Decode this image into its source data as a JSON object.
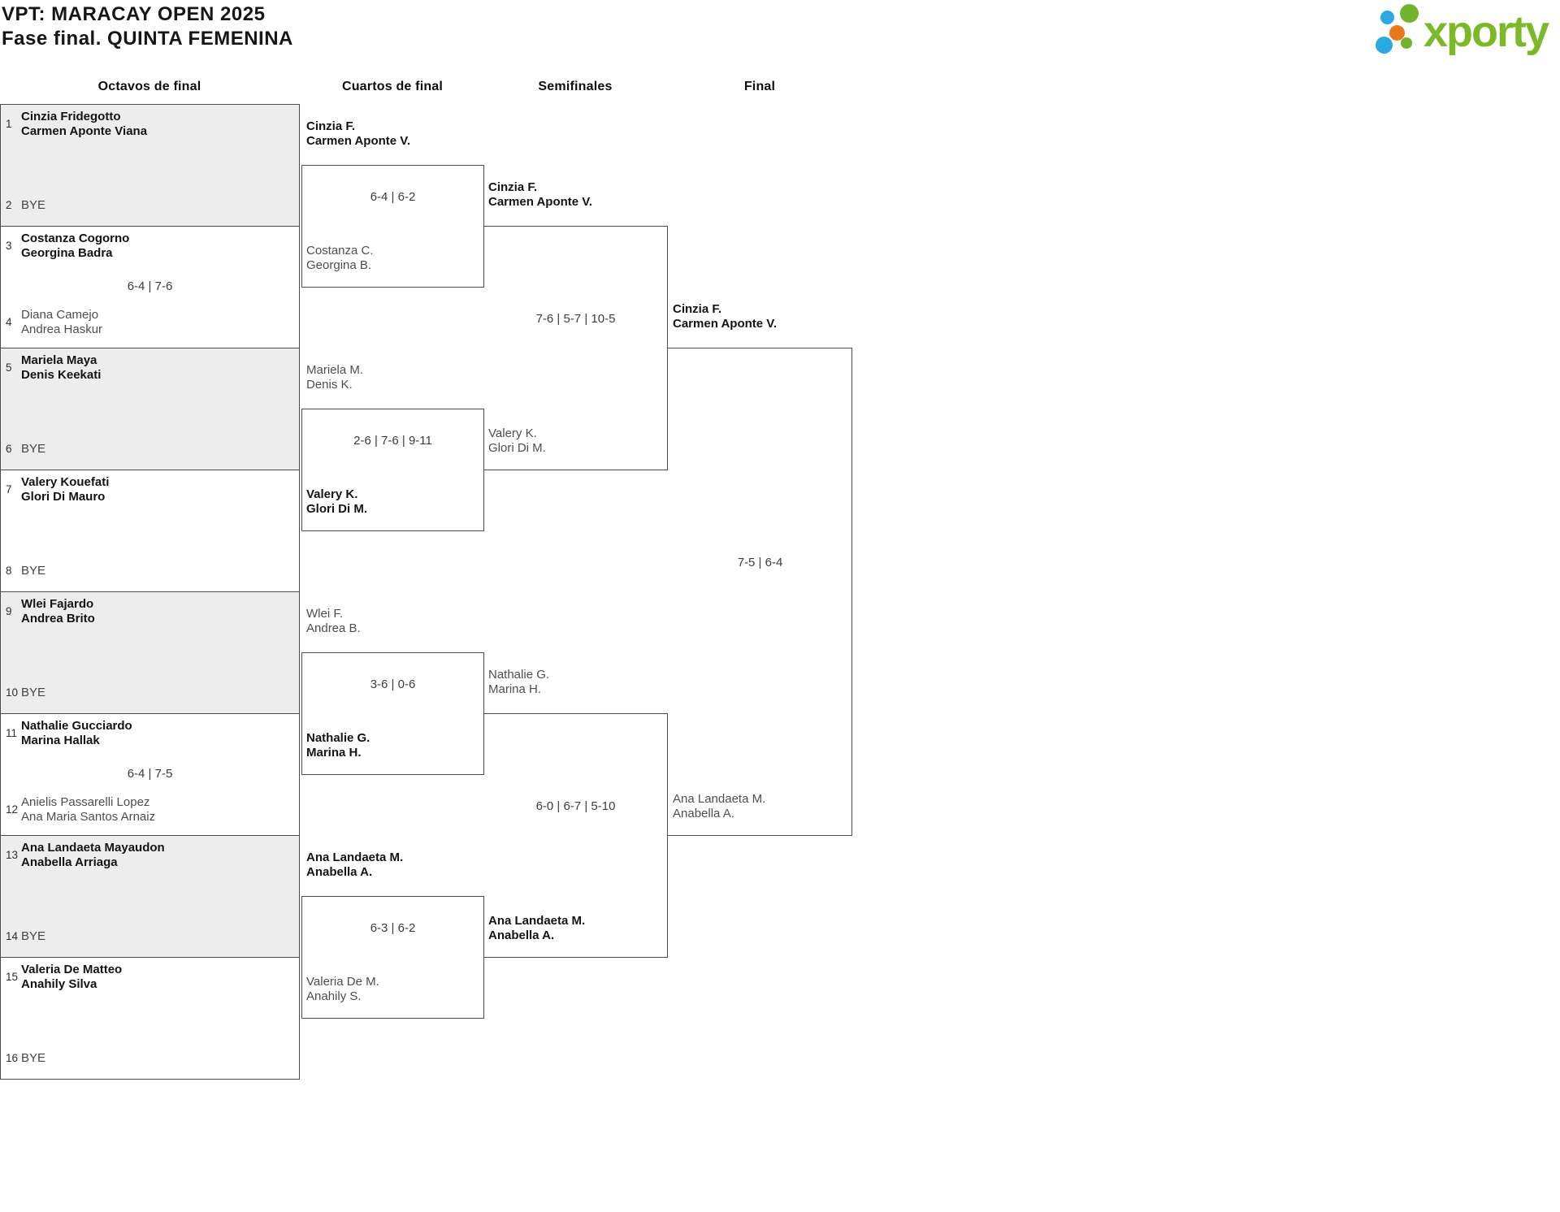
{
  "tournament": {
    "title": "VPT: MARACAY OPEN 2025",
    "subtitle": "Fase final. QUINTA FEMENINA"
  },
  "logo": {
    "brand": "xporty",
    "colors": {
      "green": "#72b52c",
      "blue": "#2ca9e1",
      "orange": "#e8781c",
      "brand_text": "#7cb929"
    }
  },
  "round_labels": [
    "Octavos de final",
    "Cuartos de final",
    "Semifinales",
    "Final"
  ],
  "rounds": [
    {
      "name": "octavos",
      "matches": [
        {
          "score": "",
          "teams": [
            {
              "seed": "1",
              "lines": [
                "Cinzia Fridegotto",
                "Carmen Aponte Viana"
              ],
              "winner": true,
              "bye": false
            },
            {
              "seed": "2",
              "lines": [
                "BYE"
              ],
              "winner": false,
              "bye": true
            }
          ]
        },
        {
          "score": "6-4 | 7-6",
          "teams": [
            {
              "seed": "3",
              "lines": [
                "Costanza Cogorno",
                "Georgina Badra"
              ],
              "winner": true,
              "bye": false
            },
            {
              "seed": "4",
              "lines": [
                "Diana Camejo",
                "Andrea Haskur"
              ],
              "winner": false,
              "bye": false
            }
          ]
        },
        {
          "score": "",
          "teams": [
            {
              "seed": "5",
              "lines": [
                "Mariela Maya",
                "Denis Keekati"
              ],
              "winner": true,
              "bye": false
            },
            {
              "seed": "6",
              "lines": [
                "BYE"
              ],
              "winner": false,
              "bye": true
            }
          ]
        },
        {
          "score": "",
          "teams": [
            {
              "seed": "7",
              "lines": [
                "Valery Kouefati",
                "Glori Di Mauro"
              ],
              "winner": true,
              "bye": false
            },
            {
              "seed": "8",
              "lines": [
                "BYE"
              ],
              "winner": false,
              "bye": true
            }
          ]
        },
        {
          "score": "",
          "teams": [
            {
              "seed": "9",
              "lines": [
                "Wlei Fajardo",
                "Andrea Brito"
              ],
              "winner": true,
              "bye": false
            },
            {
              "seed": "10",
              "lines": [
                "BYE"
              ],
              "winner": false,
              "bye": true
            }
          ]
        },
        {
          "score": "6-4 | 7-5",
          "teams": [
            {
              "seed": "11",
              "lines": [
                "Nathalie Gucciardo",
                "Marina Hallak"
              ],
              "winner": true,
              "bye": false
            },
            {
              "seed": "12",
              "lines": [
                "Anielis Passarelli Lopez",
                "Ana Maria Santos Arnaiz"
              ],
              "winner": false,
              "bye": false
            }
          ]
        },
        {
          "score": "",
          "teams": [
            {
              "seed": "13",
              "lines": [
                "Ana Landaeta Mayaudon",
                "Anabella Arriaga"
              ],
              "winner": true,
              "bye": false
            },
            {
              "seed": "14",
              "lines": [
                "BYE"
              ],
              "winner": false,
              "bye": true
            }
          ]
        },
        {
          "score": "",
          "teams": [
            {
              "seed": "15",
              "lines": [
                "Valeria De Matteo",
                "Anahily Silva"
              ],
              "winner": true,
              "bye": false
            },
            {
              "seed": "16",
              "lines": [
                "BYE"
              ],
              "winner": false,
              "bye": true
            }
          ]
        }
      ]
    },
    {
      "name": "cuartos",
      "matches": [
        {
          "score": "6-4 | 6-2",
          "teams": [
            {
              "lines": [
                "Cinzia F.",
                "Carmen Aponte V."
              ],
              "winner": true,
              "bye": false
            },
            {
              "lines": [
                "Costanza C.",
                "Georgina B."
              ],
              "winner": false,
              "bye": false
            }
          ]
        },
        {
          "score": "2-6 | 7-6 | 9-11",
          "teams": [
            {
              "lines": [
                "Mariela M.",
                "Denis K."
              ],
              "winner": false,
              "bye": false
            },
            {
              "lines": [
                "Valery K.",
                "Glori Di M."
              ],
              "winner": true,
              "bye": false
            }
          ]
        },
        {
          "score": "3-6 | 0-6",
          "teams": [
            {
              "lines": [
                "Wlei F.",
                "Andrea B."
              ],
              "winner": false,
              "bye": false
            },
            {
              "lines": [
                "Nathalie G.",
                "Marina H."
              ],
              "winner": true,
              "bye": false
            }
          ]
        },
        {
          "score": "6-3 | 6-2",
          "teams": [
            {
              "lines": [
                "Ana Landaeta M.",
                "Anabella A."
              ],
              "winner": true,
              "bye": false
            },
            {
              "lines": [
                "Valeria De M.",
                "Anahily S."
              ],
              "winner": false,
              "bye": false
            }
          ]
        }
      ]
    },
    {
      "name": "semifinales",
      "matches": [
        {
          "score": "7-6 | 5-7 | 10-5",
          "teams": [
            {
              "lines": [
                "Cinzia F.",
                "Carmen Aponte V."
              ],
              "winner": true,
              "bye": false
            },
            {
              "lines": [
                "Valery K.",
                "Glori Di M."
              ],
              "winner": false,
              "bye": false
            }
          ]
        },
        {
          "score": "6-0 | 6-7 | 5-10",
          "teams": [
            {
              "lines": [
                "Nathalie G.",
                "Marina H."
              ],
              "winner": false,
              "bye": false
            },
            {
              "lines": [
                "Ana Landaeta M.",
                "Anabella A."
              ],
              "winner": true,
              "bye": false
            }
          ]
        }
      ]
    },
    {
      "name": "final",
      "matches": [
        {
          "score": "7-5 | 6-4",
          "teams": [
            {
              "lines": [
                "Cinzia F.",
                "Carmen Aponte V."
              ],
              "winner": true,
              "bye": false
            },
            {
              "lines": [
                "Ana Landaeta M.",
                "Anabella A."
              ],
              "winner": false,
              "bye": false
            }
          ]
        }
      ]
    }
  ]
}
